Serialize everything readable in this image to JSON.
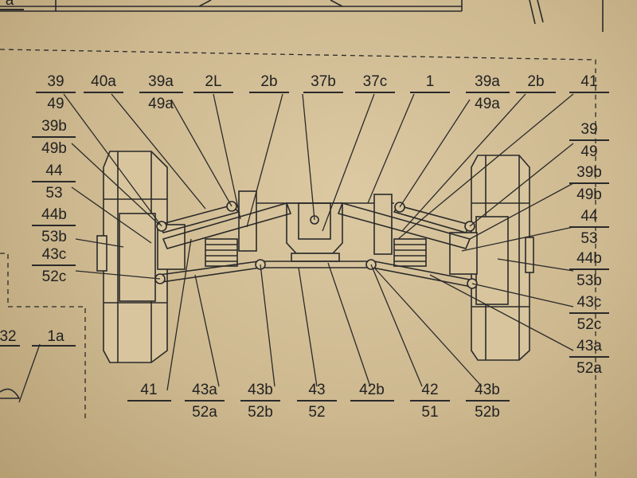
{
  "callouts": [
    {
      "id": "c1",
      "top": "39",
      "bottom": "49"
    },
    {
      "id": "c2",
      "top": "40a",
      "bottom": ""
    },
    {
      "id": "c3",
      "top": "39a",
      "bottom": "49a"
    },
    {
      "id": "c4",
      "top": "2L",
      "bottom": ""
    },
    {
      "id": "c5",
      "top": "2b",
      "bottom": ""
    },
    {
      "id": "c6",
      "top": "37b",
      "bottom": ""
    },
    {
      "id": "c7",
      "top": "37c",
      "bottom": ""
    },
    {
      "id": "c8",
      "top": "1",
      "bottom": ""
    },
    {
      "id": "c9",
      "top": "39a",
      "bottom": "49a"
    },
    {
      "id": "c10",
      "top": "2b",
      "bottom": ""
    },
    {
      "id": "c11",
      "top": "41",
      "bottom": ""
    },
    {
      "id": "c12",
      "top": "39b",
      "bottom": "49b"
    },
    {
      "id": "c13",
      "top": "44",
      "bottom": "53"
    },
    {
      "id": "c14",
      "top": "44b",
      "bottom": "53b"
    },
    {
      "id": "c15",
      "top": "43c",
      "bottom": "52c"
    },
    {
      "id": "c16",
      "top": "39",
      "bottom": "49"
    },
    {
      "id": "c17",
      "top": "39b",
      "bottom": "49b"
    },
    {
      "id": "c18",
      "top": "44",
      "bottom": "53"
    },
    {
      "id": "c19",
      "top": "44b",
      "bottom": "53b"
    },
    {
      "id": "c20",
      "top": "43c",
      "bottom": "52c"
    },
    {
      "id": "c21",
      "top": "43a",
      "bottom": "52a"
    },
    {
      "id": "c22",
      "top": "41",
      "bottom": ""
    },
    {
      "id": "c23",
      "top": "43a",
      "bottom": "52a"
    },
    {
      "id": "c24",
      "top": "43b",
      "bottom": "52b"
    },
    {
      "id": "c25",
      "top": "43",
      "bottom": "52"
    },
    {
      "id": "c26",
      "top": "42b",
      "bottom": ""
    },
    {
      "id": "c27",
      "top": "42",
      "bottom": "51"
    },
    {
      "id": "c28",
      "top": "43b",
      "bottom": "52b"
    },
    {
      "id": "c29",
      "top": "1a",
      "bottom": ""
    },
    {
      "id": "c30",
      "top": "32",
      "bottom": ""
    },
    {
      "id": "c31",
      "top": "a",
      "bottom": ""
    }
  ]
}
